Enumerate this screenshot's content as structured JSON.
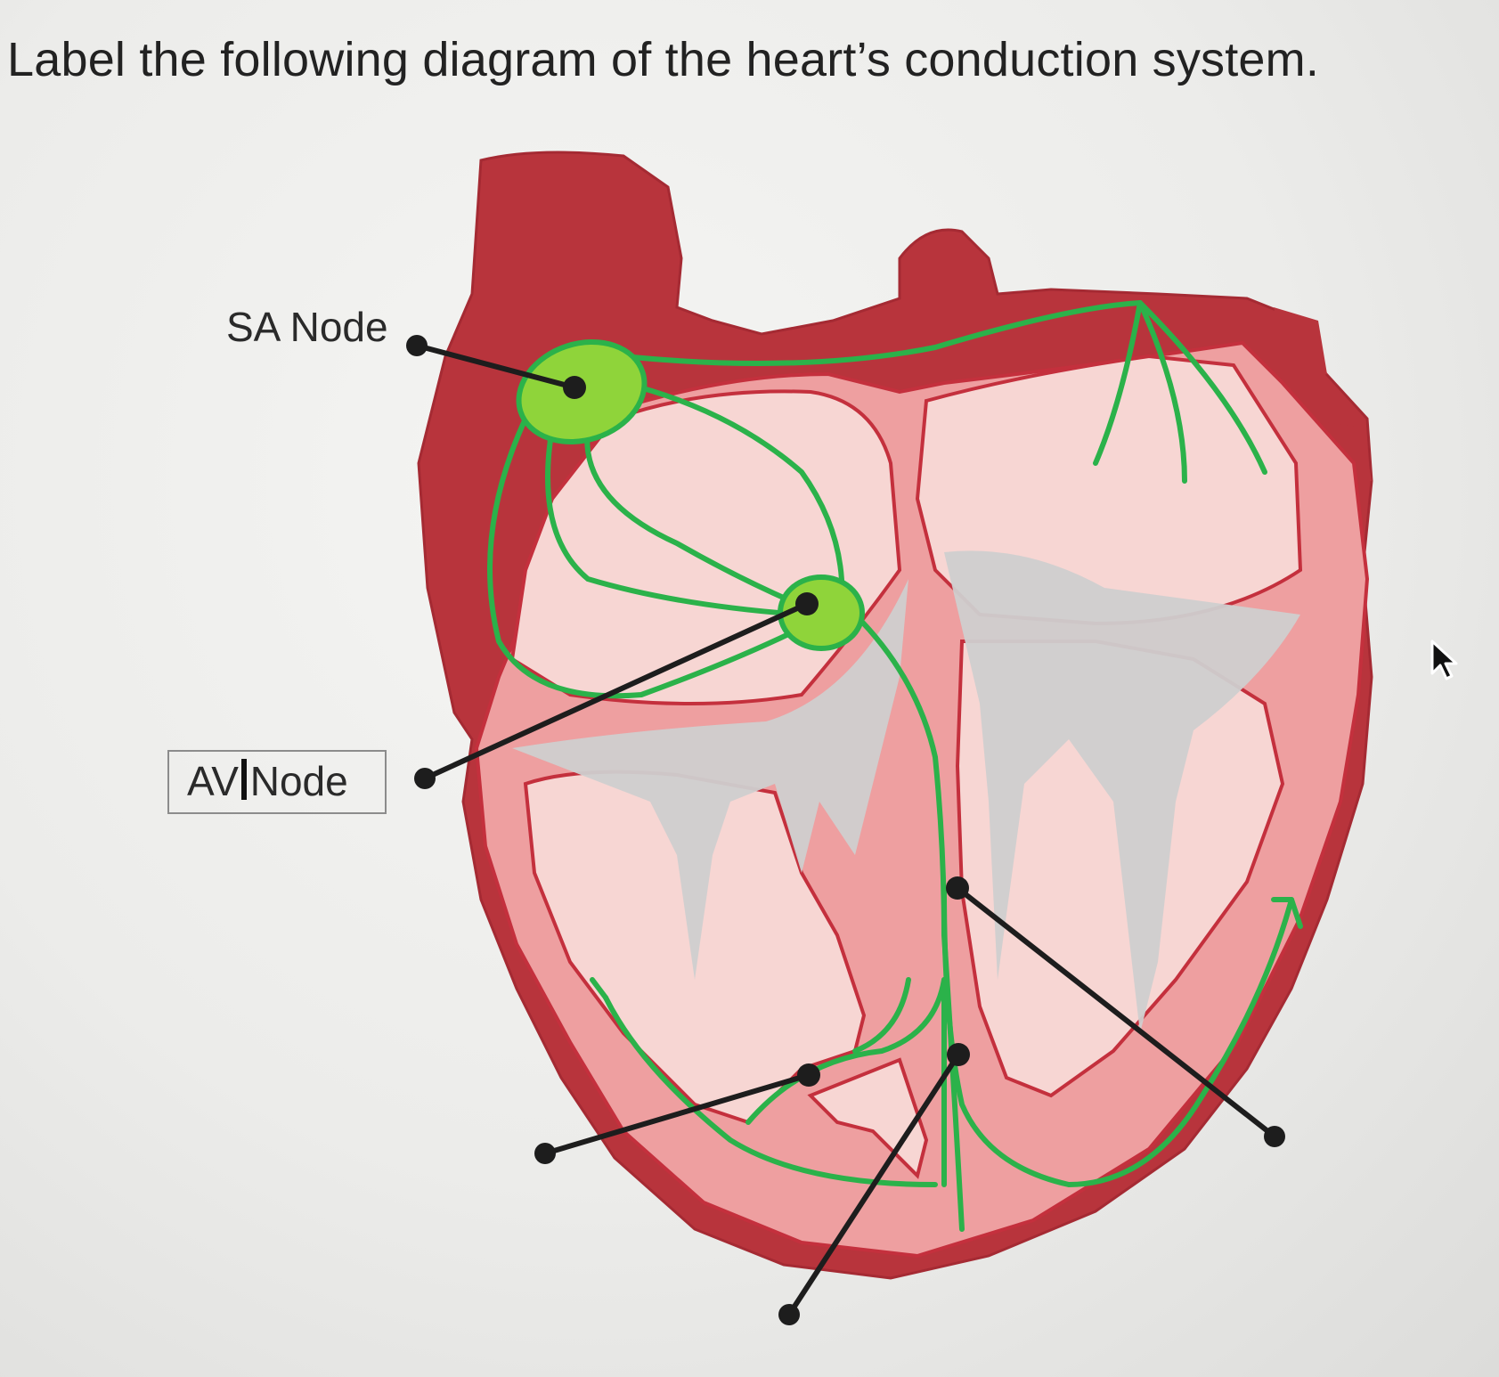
{
  "question": {
    "prompt": "Label the following diagram of the heart’s conduction system."
  },
  "labels": {
    "sa_node": "SA Node",
    "av_node": "AV Node",
    "bundle_of_his": "",
    "right_bundle_branch": "",
    "left_bundle_branch": "",
    "purkinje_fibers": ""
  },
  "colors": {
    "myocardium_dark": "#b8343c",
    "chamber_wall": "#ee9fa0",
    "chamber_interior": "#f7d6d3",
    "outline": "#c4303d",
    "conduction_path": "#2bb24a",
    "node_fill": "#8fd43a",
    "valve": "#cfcfcf",
    "leader_line": "#1d1d1d"
  },
  "icons": {
    "pointer": "mouse-pointer-icon"
  }
}
